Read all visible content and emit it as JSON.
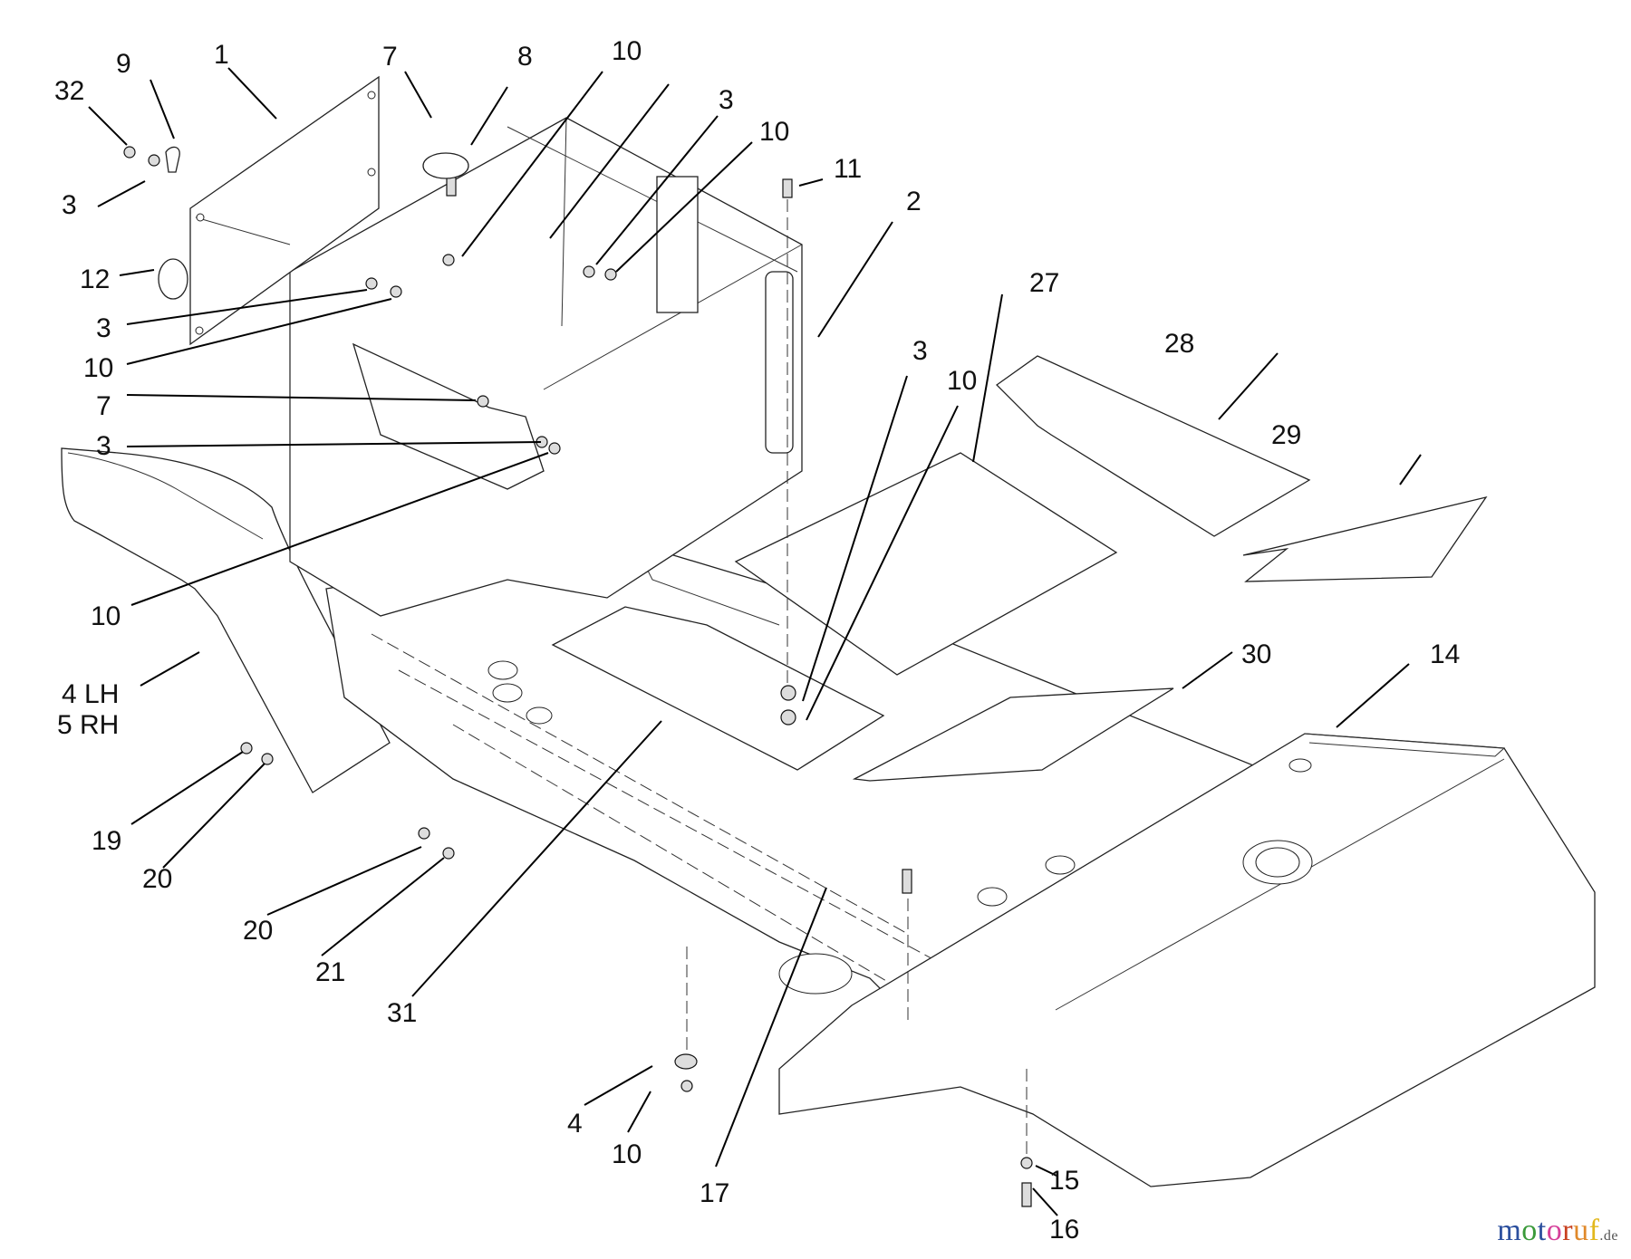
{
  "diagram": {
    "title": "Frame / Footrest / Fender parts breakdown",
    "callouts": [
      {
        "id": "c32",
        "text": "32"
      },
      {
        "id": "c9",
        "text": "9"
      },
      {
        "id": "c1",
        "text": "1"
      },
      {
        "id": "c7a",
        "text": "7"
      },
      {
        "id": "c8",
        "text": "8"
      },
      {
        "id": "c10a",
        "text": "10"
      },
      {
        "id": "c3a",
        "text": "3"
      },
      {
        "id": "c10b",
        "text": "10"
      },
      {
        "id": "c11",
        "text": "11"
      },
      {
        "id": "c2",
        "text": "2"
      },
      {
        "id": "c3b",
        "text": "3"
      },
      {
        "id": "c12",
        "text": "12"
      },
      {
        "id": "c3c",
        "text": "3"
      },
      {
        "id": "c10c",
        "text": "10"
      },
      {
        "id": "c7b",
        "text": "7"
      },
      {
        "id": "c3d",
        "text": "3"
      },
      {
        "id": "c10d",
        "text": "10"
      },
      {
        "id": "c4lh",
        "text": "4 LH"
      },
      {
        "id": "c5rh",
        "text": "5 RH"
      },
      {
        "id": "c19",
        "text": "19"
      },
      {
        "id": "c20a",
        "text": "20"
      },
      {
        "id": "c20b",
        "text": "20"
      },
      {
        "id": "c21",
        "text": "21"
      },
      {
        "id": "c31",
        "text": "31"
      },
      {
        "id": "c27",
        "text": "27"
      },
      {
        "id": "c3e",
        "text": "3"
      },
      {
        "id": "c10e",
        "text": "10"
      },
      {
        "id": "c28",
        "text": "28"
      },
      {
        "id": "c29",
        "text": "29"
      },
      {
        "id": "c30",
        "text": "30"
      },
      {
        "id": "c14",
        "text": "14"
      },
      {
        "id": "c4",
        "text": "4"
      },
      {
        "id": "c10f",
        "text": "10"
      },
      {
        "id": "c17",
        "text": "17"
      },
      {
        "id": "c15",
        "text": "15"
      },
      {
        "id": "c16",
        "text": "16"
      }
    ]
  },
  "watermark": {
    "letters": [
      {
        "ch": "m",
        "color": "#2b4f9e"
      },
      {
        "ch": "o",
        "color": "#3a9a3a"
      },
      {
        "ch": "t",
        "color": "#2b4f9e"
      },
      {
        "ch": "o",
        "color": "#d6409a"
      },
      {
        "ch": "r",
        "color": "#c8401f"
      },
      {
        "ch": "u",
        "color": "#e0892a"
      },
      {
        "ch": "f",
        "color": "#e2b81d"
      }
    ],
    "tld": ".de"
  }
}
